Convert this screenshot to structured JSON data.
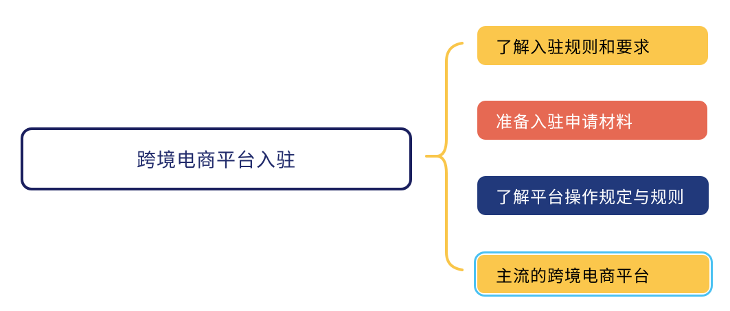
{
  "diagram": {
    "type": "mindmap",
    "root": {
      "label": "跨境电商平台入驻"
    },
    "branches": [
      {
        "label": "了解入驻规则和要求",
        "style": "yellow",
        "selected": false
      },
      {
        "label": "准备入驻申请材料",
        "style": "red",
        "selected": false
      },
      {
        "label": "了解平台操作规定与规则",
        "style": "navy",
        "selected": false
      },
      {
        "label": "主流的跨境电商平台",
        "style": "yellow",
        "selected": true
      }
    ]
  },
  "colors": {
    "background": "#FFFFFF",
    "yellow": "#FBC74C",
    "red": "#E66953",
    "navy": "#21397B",
    "root_border": "#1A1F5E",
    "root_text": "#212B6B",
    "selection_outline": "#4AC1F2",
    "brace": "#F9C64A",
    "branch_text_dark": "#000000",
    "branch_text_light": "#FFFFFF"
  }
}
